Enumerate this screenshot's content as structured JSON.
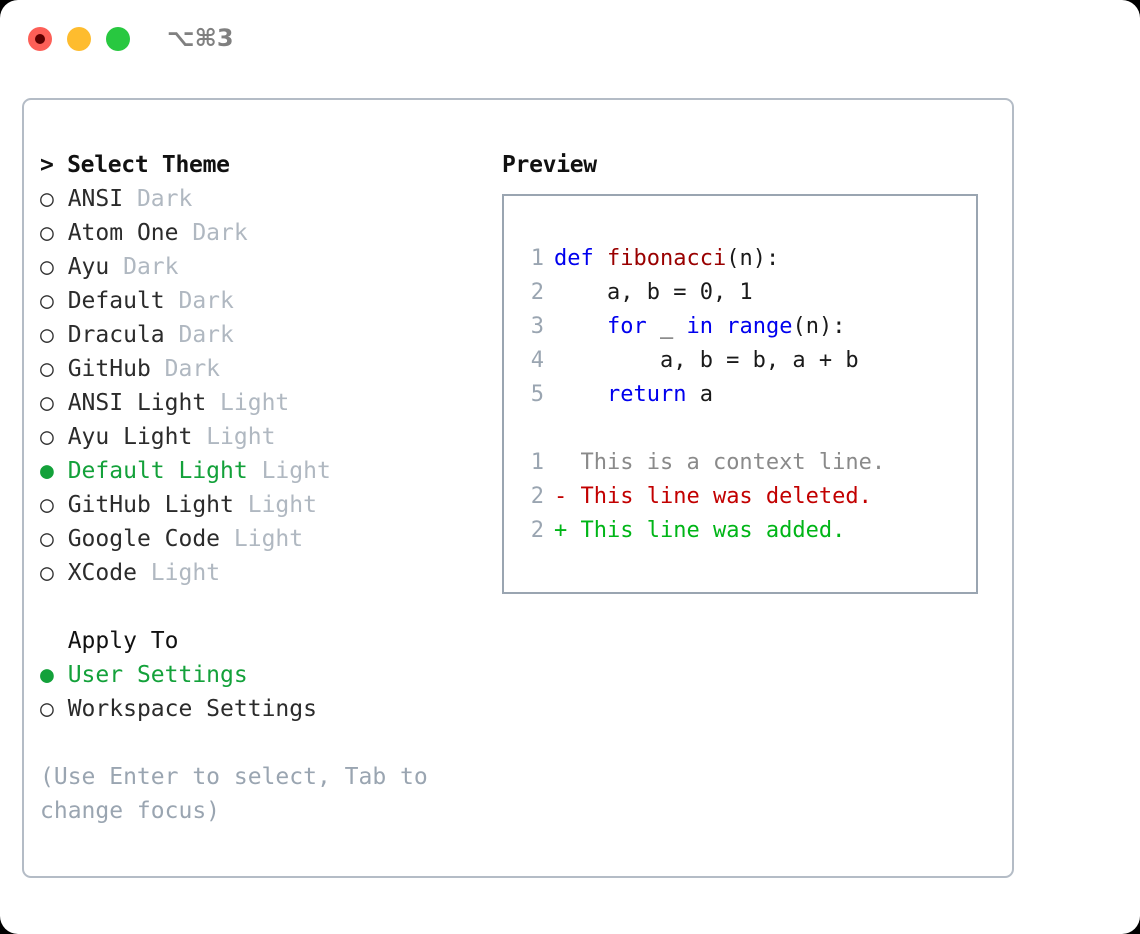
{
  "titlebar": {
    "title": "⌥⌘3",
    "buttons": [
      {
        "name": "close",
        "color": "#fd5f57"
      },
      {
        "name": "minimize",
        "color": "#febc2e"
      },
      {
        "name": "maximize",
        "color": "#28c840"
      }
    ]
  },
  "theme_picker": {
    "header": "> Select Theme",
    "marker_unselected": "○",
    "marker_selected": "●",
    "selected_color": "#13a13a",
    "tag_color": "#b0b8c1",
    "items": [
      {
        "marker": "○",
        "name": "ANSI",
        "tag": "Dark",
        "selected": false
      },
      {
        "marker": "○",
        "name": "Atom One",
        "tag": "Dark",
        "selected": false
      },
      {
        "marker": "○",
        "name": "Ayu",
        "tag": "Dark",
        "selected": false
      },
      {
        "marker": "○",
        "name": "Default",
        "tag": "Dark",
        "selected": false
      },
      {
        "marker": "○",
        "name": "Dracula",
        "tag": "Dark",
        "selected": false
      },
      {
        "marker": "○",
        "name": "GitHub",
        "tag": "Dark",
        "selected": false
      },
      {
        "marker": "○",
        "name": "ANSI Light",
        "tag": "Light",
        "selected": false
      },
      {
        "marker": "○",
        "name": "Ayu Light",
        "tag": "Light",
        "selected": false
      },
      {
        "marker": "●",
        "name": "Default Light",
        "tag": "Light",
        "selected": true
      },
      {
        "marker": "○",
        "name": "GitHub Light",
        "tag": "Light",
        "selected": false
      },
      {
        "marker": "○",
        "name": "Google Code",
        "tag": "Light",
        "selected": false
      },
      {
        "marker": "○",
        "name": "XCode",
        "tag": "Light",
        "selected": false
      }
    ]
  },
  "apply_to": {
    "label": "  Apply To",
    "options": [
      {
        "marker": "●",
        "name": "User Settings",
        "selected": true
      },
      {
        "marker": "○",
        "name": "Workspace Settings",
        "selected": false
      }
    ]
  },
  "hint": "(Use Enter to select, Tab to change focus)",
  "preview": {
    "header": "Preview",
    "code_lines": [
      {
        "num": "1",
        "tokens": [
          {
            "t": "def ",
            "c": "kw"
          },
          {
            "t": "fibonacci",
            "c": "fn"
          },
          {
            "t": "(n):",
            "c": "plain"
          }
        ]
      },
      {
        "num": "2",
        "tokens": [
          {
            "t": "    a, b = 0, 1",
            "c": "plain"
          }
        ]
      },
      {
        "num": "3",
        "tokens": [
          {
            "t": "    ",
            "c": "plain"
          },
          {
            "t": "for",
            "c": "kw"
          },
          {
            "t": " _ ",
            "c": "plain"
          },
          {
            "t": "in ",
            "c": "kw"
          },
          {
            "t": "range",
            "c": "kw"
          },
          {
            "t": "(n):",
            "c": "plain"
          }
        ]
      },
      {
        "num": "4",
        "tokens": [
          {
            "t": "        a, b = b, a + b",
            "c": "plain"
          }
        ]
      },
      {
        "num": "5",
        "tokens": [
          {
            "t": "    ",
            "c": "plain"
          },
          {
            "t": "return",
            "c": "kw"
          },
          {
            "t": " a",
            "c": "plain"
          }
        ]
      }
    ],
    "diff_lines": [
      {
        "num": "1",
        "sign": " ",
        "text": " This is a context line.",
        "kind": "context"
      },
      {
        "num": "2",
        "sign": "-",
        "text": " This line was deleted.",
        "kind": "del"
      },
      {
        "num": "2",
        "sign": "+",
        "text": " This line was added.",
        "kind": "add"
      }
    ]
  }
}
